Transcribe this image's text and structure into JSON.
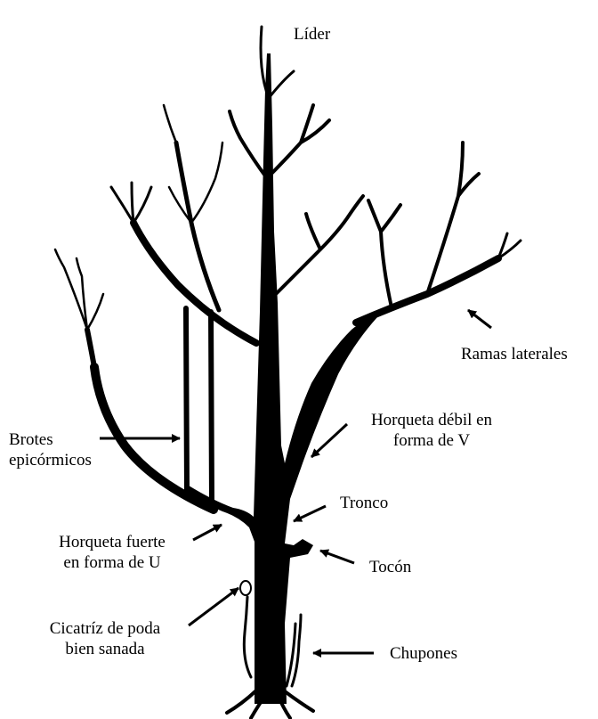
{
  "colors": {
    "ink": "#000000",
    "background": "#ffffff"
  },
  "labels": {
    "lider": "Líder",
    "ramas_laterales": "Ramas laterales",
    "brotes": [
      "Brotes",
      "epicórmicos"
    ],
    "horqueta_debil": [
      "Horqueta débil en",
      "forma de V"
    ],
    "tronco": "Tronco",
    "horqueta_fuerte": [
      "Horqueta fuerte",
      "en forma de U"
    ],
    "tocon": "Tocón",
    "cicatriz": [
      "Cicatríz de poda",
      "bien sanada"
    ],
    "chupones": "Chupones"
  }
}
